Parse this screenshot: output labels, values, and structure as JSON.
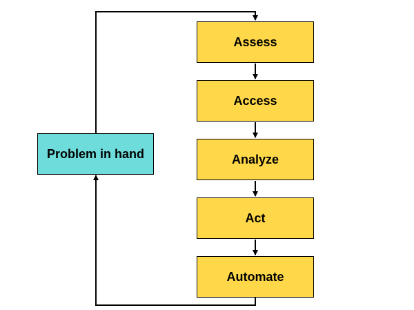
{
  "problem": {
    "label": "Problem in hand"
  },
  "steps": [
    {
      "label": "Assess"
    },
    {
      "label": "Access"
    },
    {
      "label": "Analyze"
    },
    {
      "label": "Act"
    },
    {
      "label": "Automate"
    }
  ],
  "colors": {
    "step_fill": "#ffd84a",
    "problem_fill": "#6fdcdc",
    "line": "#000000"
  }
}
